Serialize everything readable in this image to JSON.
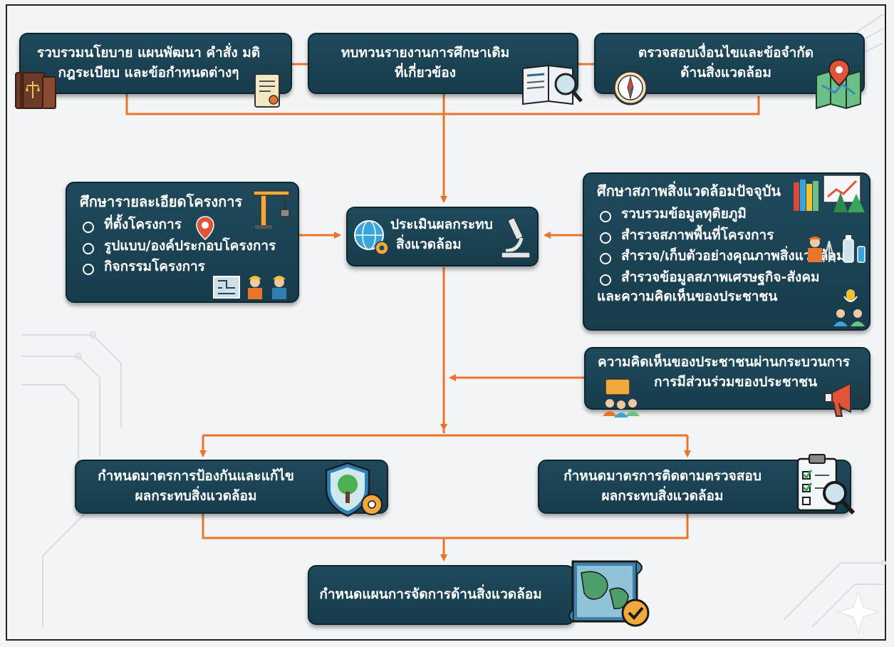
{
  "top_row": {
    "policies": {
      "line1": "รวบรวมนโยบาย แผนพัฒนา คำสั่ง มติ",
      "line2": "กฎระเบียบ และข้อกำหนดต่างๆ"
    },
    "review": {
      "line1": "ทบทวนรายงานการศึกษาเดิม",
      "line2": "ที่เกี่ยวข้อง"
    },
    "constraints": {
      "line1": "ตรวจสอบเงื่อนไขและข้อจำกัด",
      "line2": "ด้านสิ่งแวดล้อม"
    }
  },
  "project_details": {
    "title": "ศึกษารายละเอียดโครงการ",
    "items": [
      "ที่ตั้งโครงการ",
      "รูปแบบ/องค์ประกอบโครงการ",
      "กิจกรรมโครงการ"
    ]
  },
  "assessment": {
    "line1": "ประเมินผลกระทบ",
    "line2": "สิ่งแวดล้อม"
  },
  "current_env": {
    "title": "ศึกษาสภาพสิ่งแวดล้อมปัจจุบัน",
    "items": [
      "รวบรวมข้อมูลทุติยภูมิ",
      "สำรวจสภาพพื้นที่โครงการ",
      "สำรวจ/เก็บตัวอย่างคุณภาพสิ่งแวดล้อม",
      "สำรวจข้อมูลสภาพเศรษฐกิจ-สังคม"
    ],
    "item4_line2": "และความคิดเห็นของประชาชน"
  },
  "public_opinion": {
    "line1": "ความคิดเห็นของประชาชนผ่านกระบวนการ",
    "line2": "การมีส่วนร่วมของประชาชน"
  },
  "prevention": {
    "line1": "กำหนดมาตรการป้องกันและแก้ไข",
    "line2": "ผลกระทบสิ่งแวดล้อม"
  },
  "monitoring": {
    "line1": "กำหนดมาตรการติดตามตรวจสอบ",
    "line2": "ผลกระทบสิ่งแวดล้อม"
  },
  "management_plan": {
    "label": "กำหนดแผนการจัดการด้านสิ่งแวดล้อม"
  },
  "colors": {
    "box": "#1f4a5c",
    "arrow": "#e8762a",
    "background": "#f3f4f6"
  },
  "icons": [
    "law-book-icon",
    "scroll-icon",
    "report-magnifier-icon",
    "compass-icon",
    "map-pin-icon",
    "crane-icon",
    "location-pin-icon",
    "blueprint-icon",
    "workers-icon",
    "globe-gear-icon",
    "microscope-icon",
    "books-chart-icon",
    "trees-icon",
    "surveyor-icon",
    "water-sample-icon",
    "microphone-icon",
    "people-icon",
    "meeting-icon",
    "megaphone-icon",
    "shield-tree-gear-icon",
    "checklist-magnifier-icon",
    "map-check-icon"
  ]
}
